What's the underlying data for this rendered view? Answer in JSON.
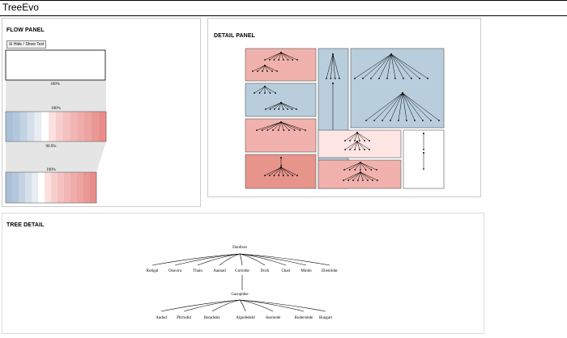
{
  "app": {
    "title": "TreeEvo"
  },
  "flow_panel": {
    "title": "FLOW PANEL",
    "toggle_label": "☒ Hide / Show Text",
    "percent_labels": [
      "100%",
      "100%",
      "90.9%",
      "100%"
    ],
    "colors": {
      "blue": "#9cb6cf",
      "red": "#e8898a",
      "band": "#e5e5e5"
    }
  },
  "detail_panel": {
    "title": "DETAIL PANEL",
    "colors": {
      "red_strong": "#e7948b",
      "red_light": "#f1b2ad",
      "red_pale": "#fde6e4",
      "blue": "#b9cedd"
    }
  },
  "tree_panel": {
    "title": "TREE DETAIL",
    "root": "Dunfrost",
    "level1": [
      "Rotigal",
      "Ooavira",
      "Thain",
      "Aannad",
      "Cortolde",
      "Dock",
      "Chari",
      "Mindo",
      "Ebenildur"
    ],
    "expanded": "Cortolde",
    "sub_root": "Gasopldee",
    "level2": [
      "Audod",
      "Pltrrodid",
      "Beradidec",
      "Algodedeld",
      "Assmode",
      "Rudersmde",
      "Buugart"
    ]
  }
}
